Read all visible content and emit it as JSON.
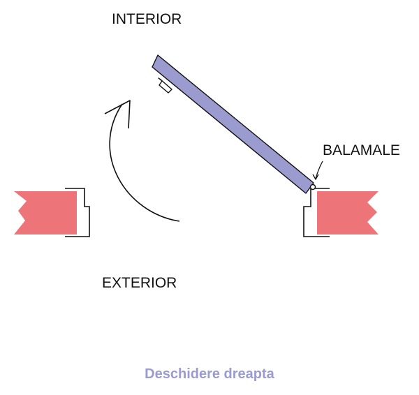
{
  "labels": {
    "interior": "INTERIOR",
    "exterior": "EXTERIOR",
    "hinges": "BALAMALE"
  },
  "caption": "Deschidere dreapta",
  "colors": {
    "door_leaf": "#9b9bd0",
    "wall": "#ed7478",
    "outline": "#111111",
    "caption": "#9b9bd0"
  }
}
